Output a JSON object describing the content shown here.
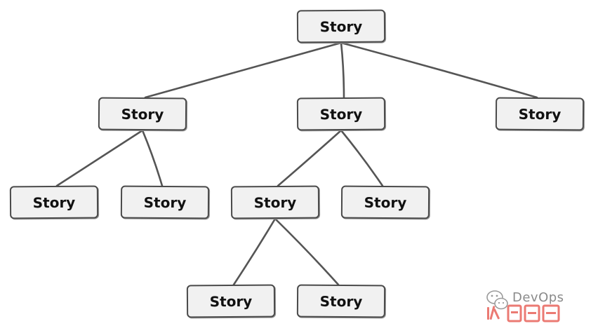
{
  "nodes": [
    {
      "id": "root",
      "label": "Story"
    },
    {
      "id": "l1-a",
      "label": "Story"
    },
    {
      "id": "l1-b",
      "label": "Story"
    },
    {
      "id": "l1-c",
      "label": "Story"
    },
    {
      "id": "l2-a",
      "label": "Story"
    },
    {
      "id": "l2-b",
      "label": "Story"
    },
    {
      "id": "l2-c",
      "label": "Story"
    },
    {
      "id": "l2-d",
      "label": "Story"
    },
    {
      "id": "l3-a",
      "label": "Story"
    },
    {
      "id": "l3-b",
      "label": "Story"
    }
  ],
  "edges": [
    {
      "from": "root",
      "to": "l1-a"
    },
    {
      "from": "root",
      "to": "l1-b"
    },
    {
      "from": "root",
      "to": "l1-c"
    },
    {
      "from": "l1-a",
      "to": "l2-a"
    },
    {
      "from": "l1-a",
      "to": "l2-b"
    },
    {
      "from": "l1-b",
      "to": "l2-c"
    },
    {
      "from": "l1-b",
      "to": "l2-d"
    },
    {
      "from": "l2-c",
      "to": "l3-a"
    },
    {
      "from": "l2-c",
      "to": "l3-b"
    }
  ],
  "watermark": {
    "text": "DevOps",
    "icon": "wechat-icon"
  },
  "colors": {
    "node_fill": "#f1f1f1",
    "node_border": "#4a4a4a",
    "edge": "#555555"
  }
}
